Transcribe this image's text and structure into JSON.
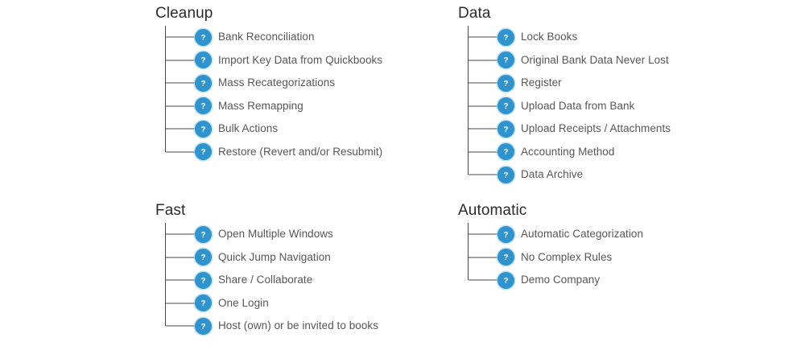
{
  "page": {
    "background": "#ffffff",
    "accent_blue": "#2f93ce",
    "title_color": "#2b2b2b",
    "label_color": "#575757",
    "connector_color": "#4a4a4a",
    "icon_name": "question-mark-icon"
  },
  "groups": [
    {
      "id": "cleanup",
      "title": "Cleanup",
      "position": "top-left",
      "items": [
        {
          "label": "Bank Reconciliation"
        },
        {
          "label": "Import Key Data from Quickbooks"
        },
        {
          "label": "Mass Recategorizations"
        },
        {
          "label": "Mass Remapping"
        },
        {
          "label": "Bulk Actions"
        },
        {
          "label": "Restore (Revert and/or Resubmit)"
        }
      ]
    },
    {
      "id": "data",
      "title": "Data",
      "position": "top-right",
      "items": [
        {
          "label": "Lock Books"
        },
        {
          "label": "Original Bank Data Never Lost"
        },
        {
          "label": "Register"
        },
        {
          "label": "Upload Data from Bank"
        },
        {
          "label": "Upload Receipts / Attachments"
        },
        {
          "label": "Accounting Method"
        },
        {
          "label": "Data Archive"
        }
      ]
    },
    {
      "id": "fast",
      "title": "Fast",
      "position": "bottom-left",
      "items": [
        {
          "label": "Open Multiple Windows"
        },
        {
          "label": "Quick Jump Navigation"
        },
        {
          "label": "Share / Collaborate"
        },
        {
          "label": "One Login"
        },
        {
          "label": "Host (own) or be invited to books"
        }
      ]
    },
    {
      "id": "automatic",
      "title": "Automatic",
      "position": "bottom-right",
      "items": [
        {
          "label": "Automatic Categorization"
        },
        {
          "label": "No Complex Rules"
        },
        {
          "label": "Demo Company"
        }
      ]
    }
  ]
}
